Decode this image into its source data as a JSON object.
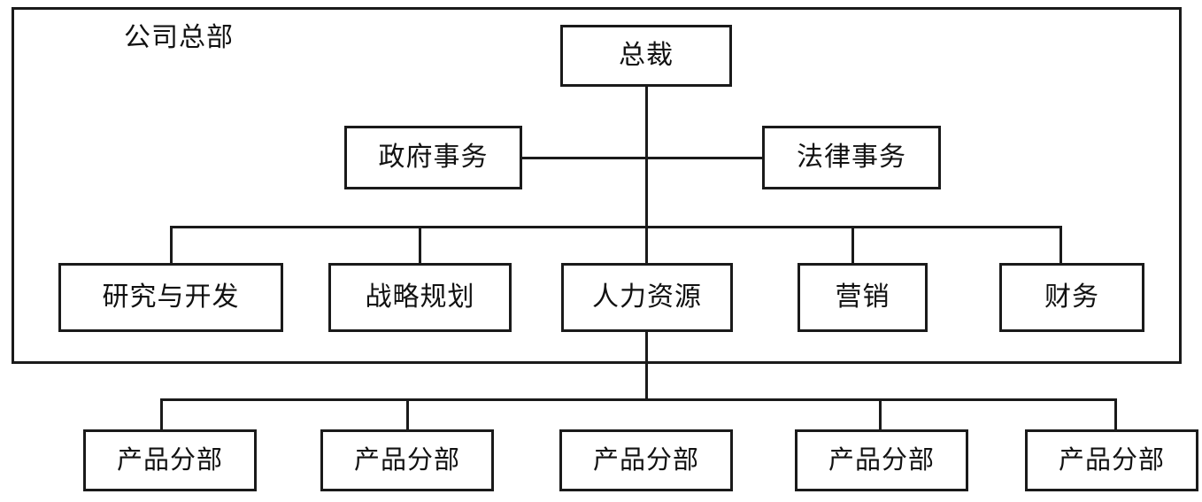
{
  "diagram": {
    "type": "org-chart",
    "title_label": "公司总部",
    "nodes": {
      "president": {
        "label": "总裁"
      },
      "government_affairs": {
        "label": "政府事务"
      },
      "legal_affairs": {
        "label": "法律事务"
      },
      "research_development": {
        "label": "研究与开发"
      },
      "strategic_planning": {
        "label": "战略规划"
      },
      "human_resources": {
        "label": "人力资源"
      },
      "marketing": {
        "label": "营销"
      },
      "finance": {
        "label": "财务"
      }
    },
    "divisions": [
      {
        "label": "产品分部"
      },
      {
        "label": "产品分部"
      },
      {
        "label": "产品分部"
      },
      {
        "label": "产品分部"
      },
      {
        "label": "产品分部"
      }
    ],
    "colors": {
      "stroke": "#1a1a1a",
      "text": "#111111",
      "background": "#ffffff"
    }
  }
}
